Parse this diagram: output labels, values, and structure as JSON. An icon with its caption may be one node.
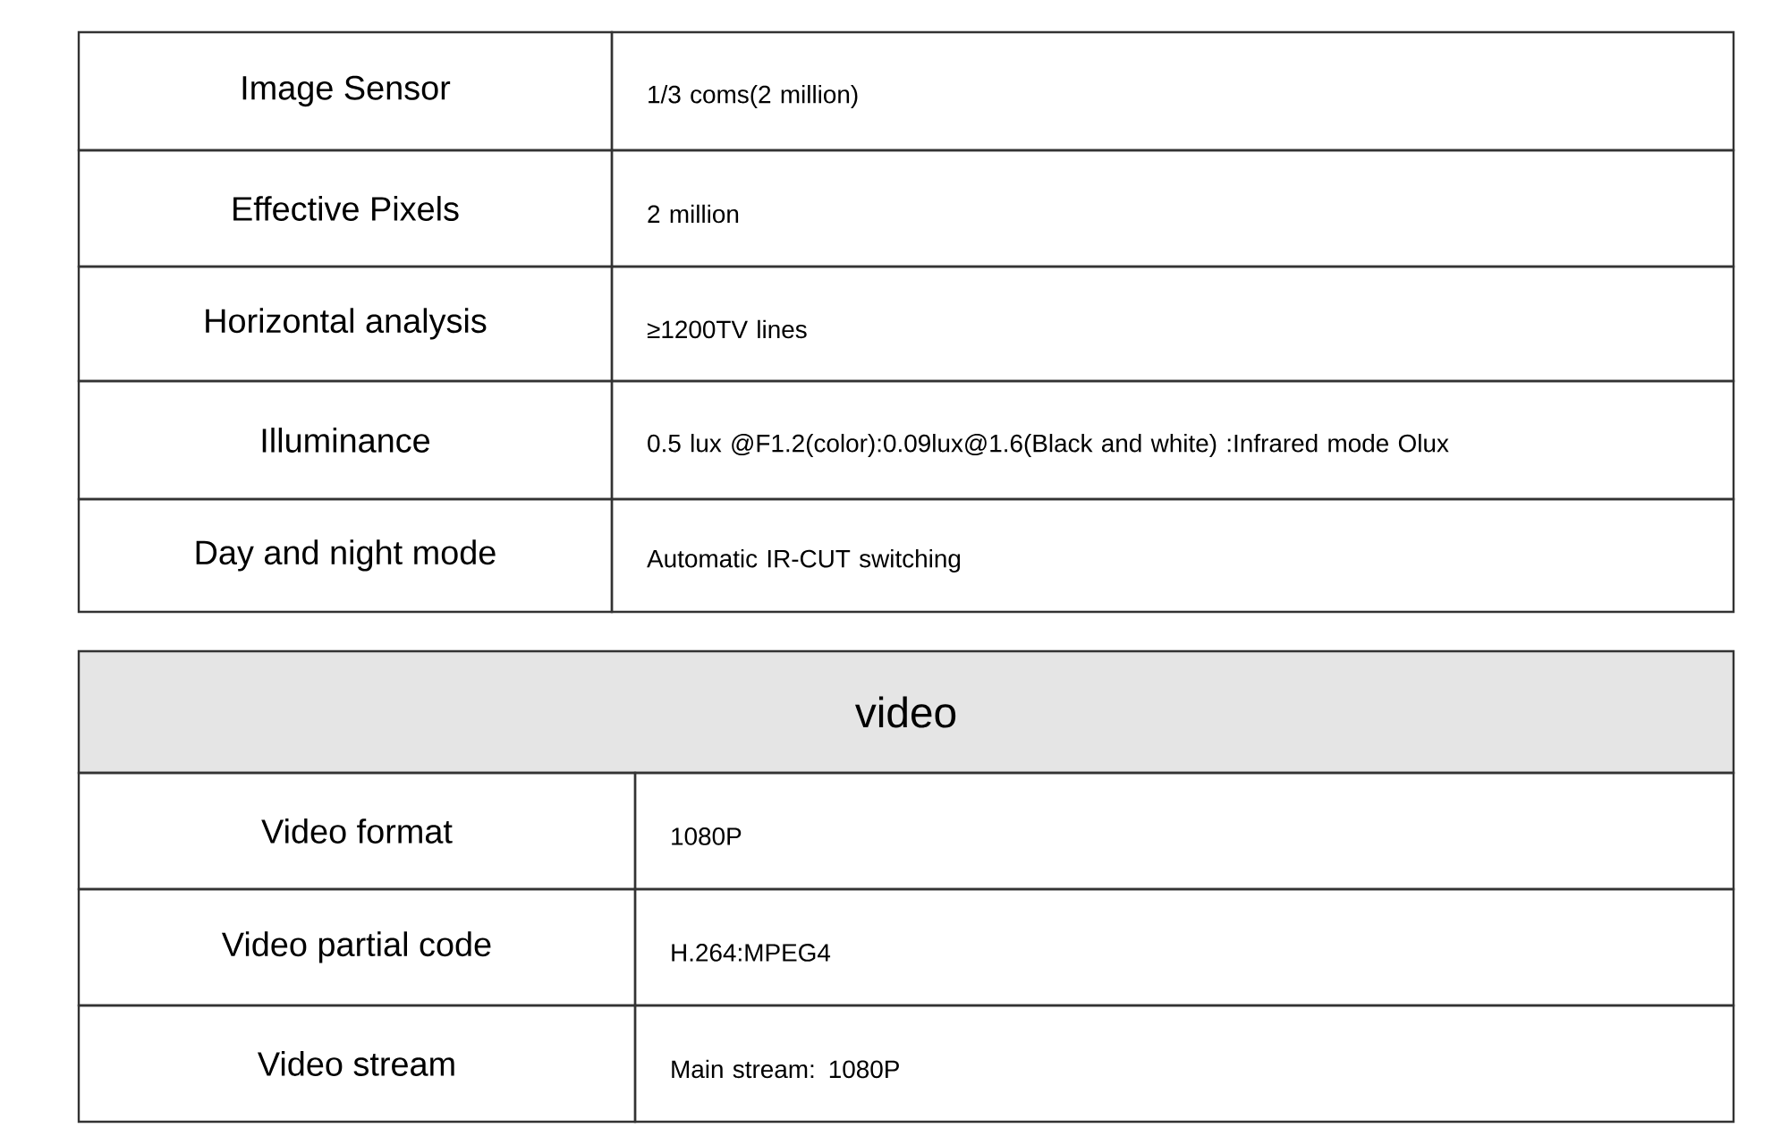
{
  "diagram": {
    "labels": [
      "Image Sensor",
      "1/3 coms(2 million)",
      "Effective Pixels",
      "2 million",
      "Horizontal analysis",
      "≥1200TV lines",
      "Illuminance",
      "0.5 lux @F1.2(color):0.09lux@1.6(Black and white) :Infrared mode Olux",
      "Day and night mode",
      "Automatic IR-CUT switching",
      "video",
      "Video format",
      "1080P",
      "Video partial code",
      "H.264:MPEG4",
      "Video stream",
      "Main stream: 1080P"
    ]
  }
}
